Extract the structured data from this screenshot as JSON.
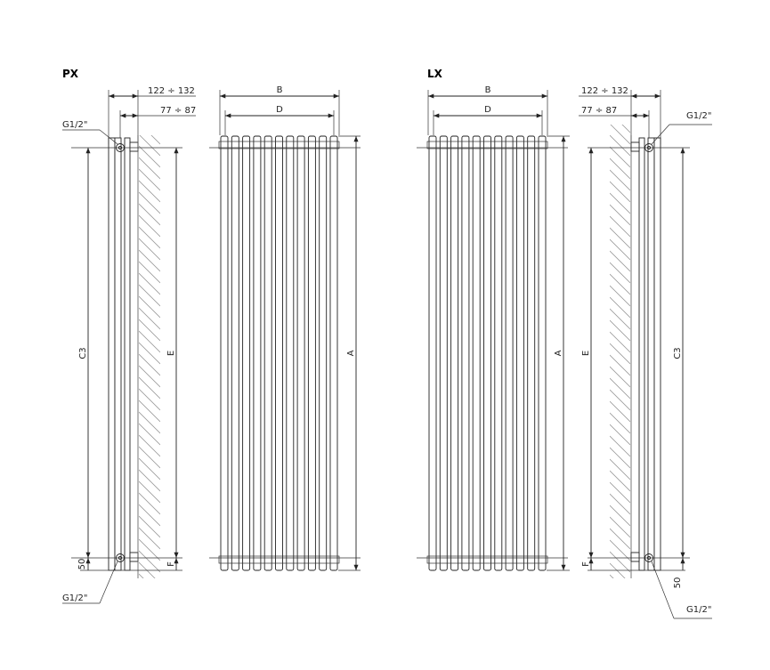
{
  "views": {
    "px": {
      "title": "PX"
    },
    "lx": {
      "title": "LX"
    }
  },
  "dimensions": {
    "depth_outer": "122 ÷ 132",
    "depth_inner": "77 ÷ 87",
    "connection": "G1/2\"",
    "width_total": "B",
    "width_axis": "D",
    "height_total": "A",
    "height_axis": "C3",
    "height_e": "E",
    "offset_f": "F",
    "offset_50": "50"
  },
  "colors": {
    "line": "#222222",
    "hatch": "#999999",
    "background": "#ffffff"
  }
}
